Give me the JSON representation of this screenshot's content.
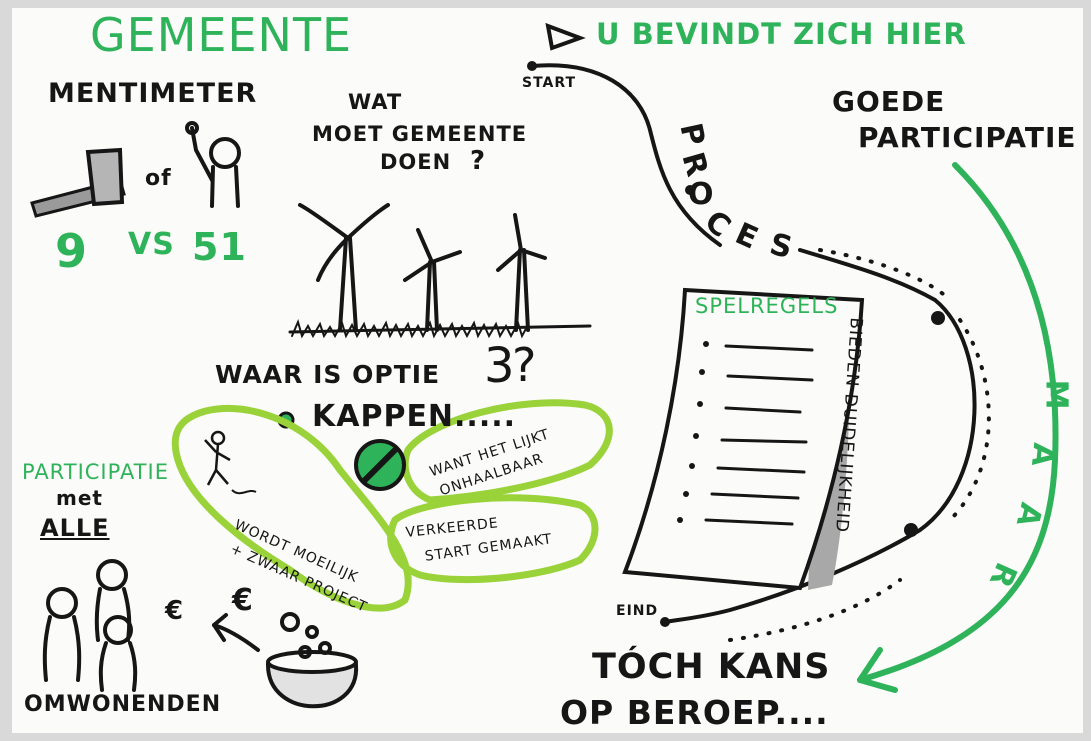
{
  "colors": {
    "green": "#2fb35a",
    "lime": "#9ad23a",
    "ink": "#161616",
    "grey": "#9a9a9a",
    "paper": "#fbfbf9"
  },
  "title": "GEMEENTE",
  "mentimeter": {
    "label": "MENTIMETER",
    "of": "of",
    "left_count": "9",
    "vs": "VS",
    "right_count": "51"
  },
  "question": {
    "line1": "WAT",
    "line2": "MOET GEMEENTE",
    "line3": "DOEN",
    "mark": "?"
  },
  "optie": {
    "text": "WAAR IS OPTIE",
    "num": "3",
    "mark": "?"
  },
  "kappen": "KAPPEN.....",
  "bubbles": {
    "b1_line1": "WORDT MOEILIJK",
    "b1_line2": "+ ZWAAR PROJECT",
    "b2_line1": "WANT HET LIJKT",
    "b2_line2": "ONHAALBAAR",
    "b3_line1": "VERKEERDE",
    "b3_line2": "START GEMAAKT"
  },
  "participatie": {
    "line1": "PARTICIPATIE",
    "line2": "met",
    "line3": "ALLE",
    "residents": "OMWONENDEN"
  },
  "euro": "€",
  "you_are_here": "U BEVINDT ZICH HIER",
  "process": {
    "start": "START",
    "eind": "EIND",
    "letters": [
      "P",
      "R",
      "O",
      "C",
      "E",
      "S"
    ]
  },
  "goede": {
    "line1": "GOEDE",
    "line2": "PARTICIPATIE"
  },
  "spelregels": {
    "title": "SPELREGELS",
    "side_text": "BIEDEN DUIDELIJKHEID"
  },
  "maar": [
    "M",
    "A",
    "A",
    "R"
  ],
  "toch": {
    "line1": "TÓCH KANS",
    "line2": "OP BEROEP...."
  }
}
